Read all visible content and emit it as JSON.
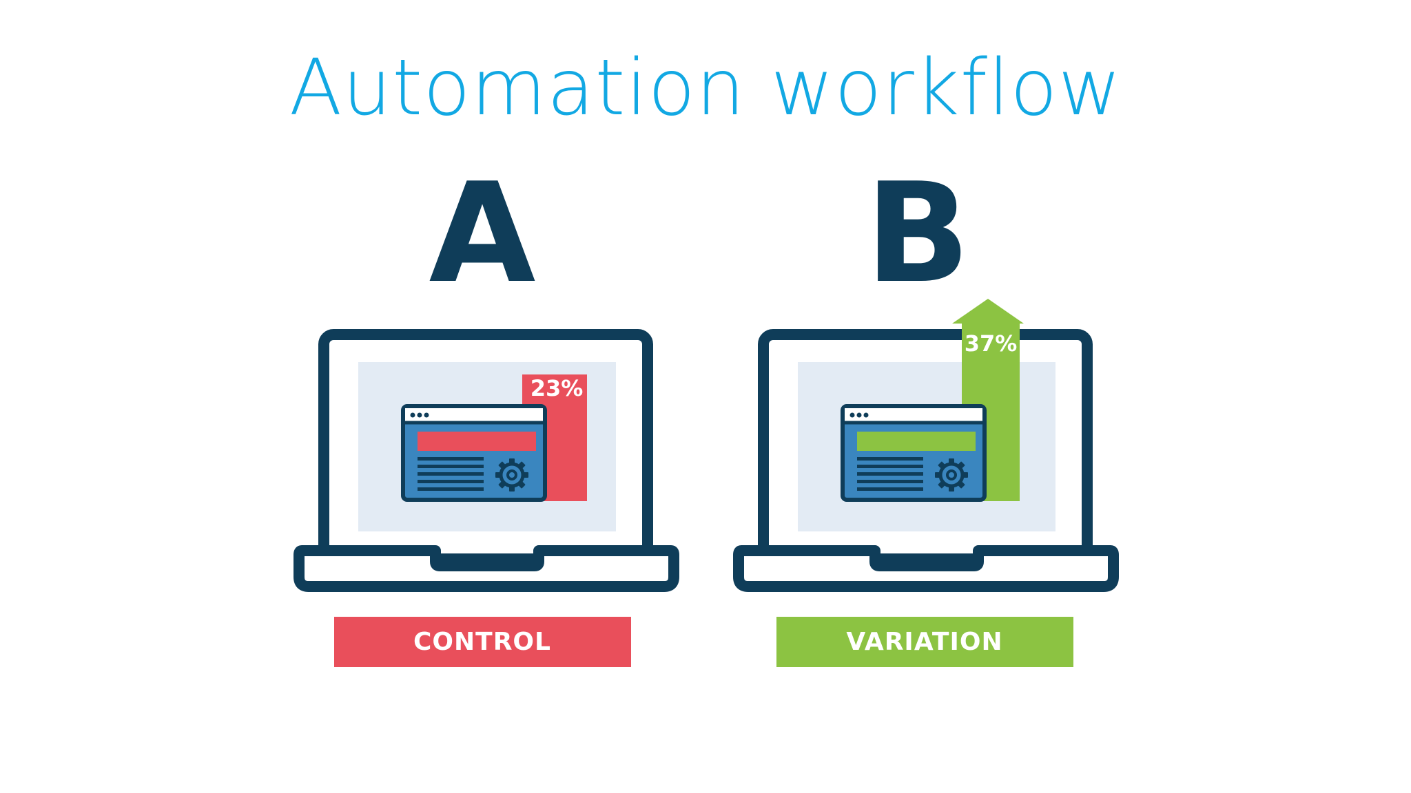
{
  "title": "Automation workflow",
  "variants": [
    {
      "letter": "A",
      "percent": "23%",
      "label": "CONTROL",
      "accent": "#e94f5b"
    },
    {
      "letter": "B",
      "percent": "37%",
      "label": "VARIATION",
      "accent": "#8cc342"
    }
  ],
  "colors": {
    "title": "#12a8e3",
    "outline": "#0f3d59",
    "screen": "#e3ebf4",
    "window": "#3a86bf",
    "titlebar": "#ffffff"
  }
}
